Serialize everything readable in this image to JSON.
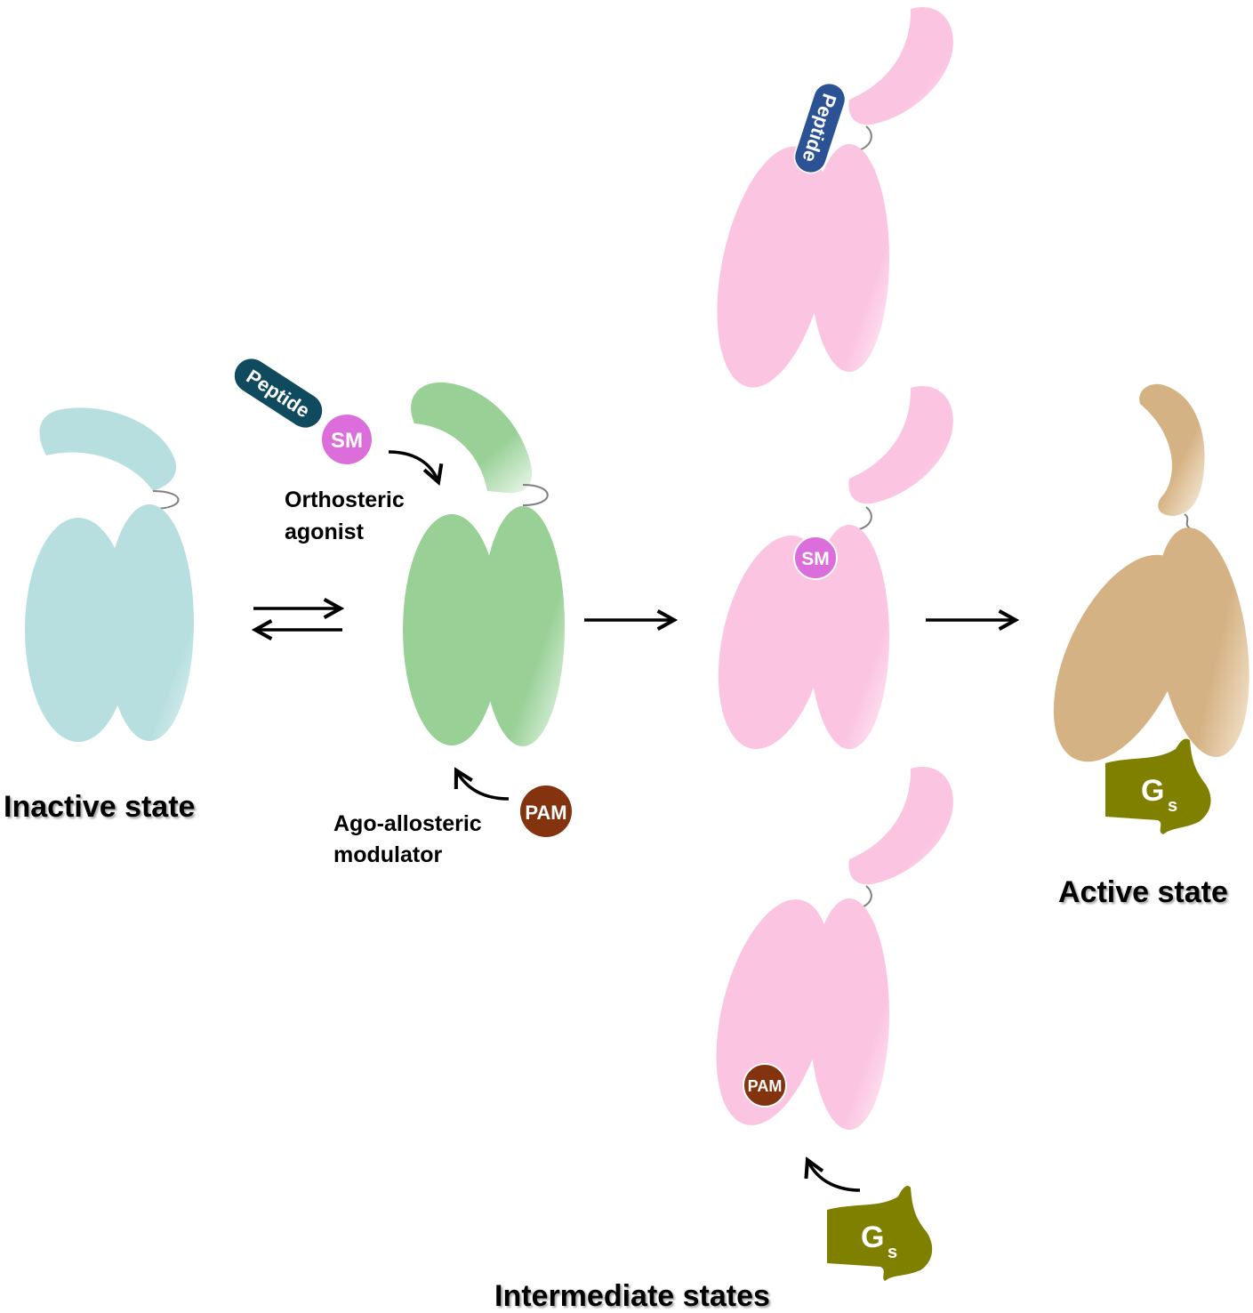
{
  "colors": {
    "inactive": "#b8dfdf",
    "green": "#98d096",
    "pink": "#fbc4e1",
    "tan": "#d5b283",
    "gs": "#808000",
    "peptide_dark": "#0f4a5e",
    "peptide_blue": "#2a5294",
    "sm": "#dc6edc",
    "pam": "#84330f",
    "linker": "#808080",
    "arrow": "#000000"
  },
  "labels": {
    "inactive_state": "Inactive state",
    "active_state": "Active state",
    "intermediate_states": "Intermediate states",
    "orthosteric_line1": "Orthosteric",
    "orthosteric_line2": "agonist",
    "ago_line1": "Ago-allosteric",
    "ago_line2": "modulator"
  },
  "ligands": {
    "peptide": "Peptide",
    "sm": "SM",
    "pam": "PAM",
    "gs_main": "G",
    "gs_sub": "s"
  }
}
